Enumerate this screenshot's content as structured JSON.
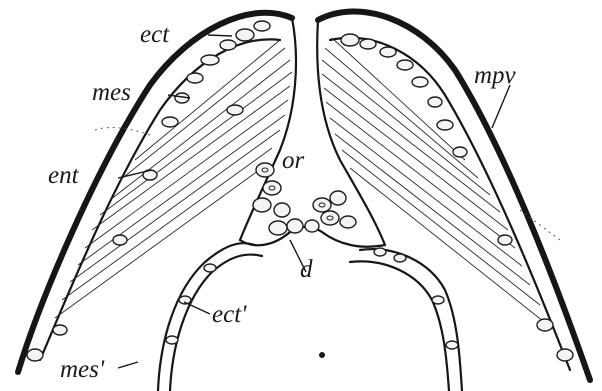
{
  "labels": {
    "ect_top": "ect",
    "mes_left": "mes",
    "ent": "ent",
    "mpv": "mpv",
    "or": "or",
    "d": "d",
    "ect_bottom": "ect'",
    "mes_bottom": "mes'"
  }
}
